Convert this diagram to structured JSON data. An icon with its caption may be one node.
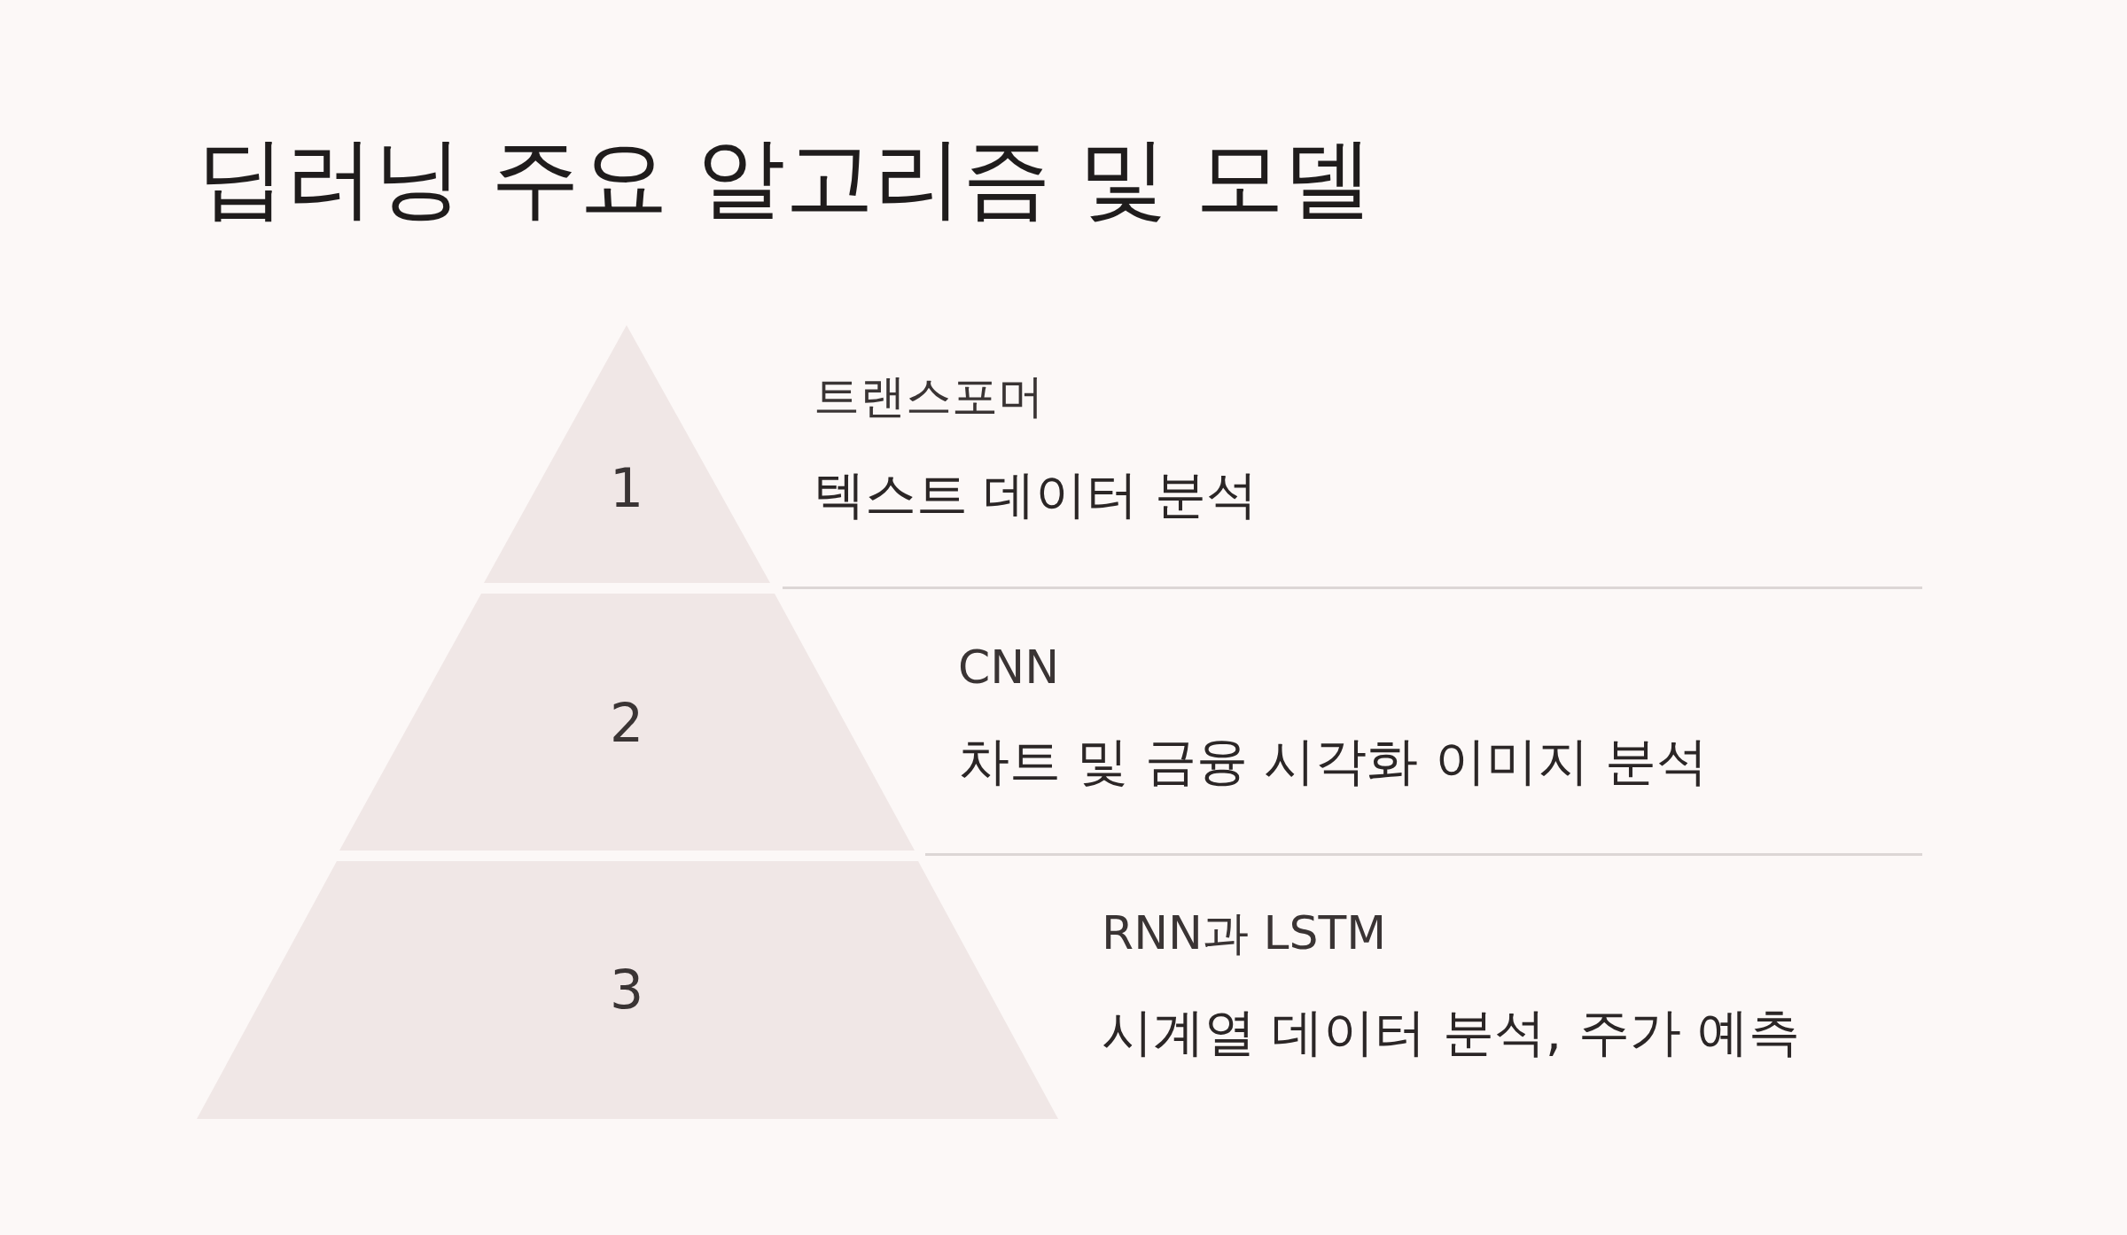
{
  "diagram": {
    "title": "딥러닝 주요 알고리즘 및 모델",
    "nodes": [
      {
        "text": [
          "1"
        ],
        "beside": [
          "트랜스포머",
          "텍스트 데이터 분석"
        ]
      },
      {
        "text": [
          "2"
        ],
        "beside": [
          "CNN",
          "차트 및 금융 시각화 이미지 분석"
        ]
      },
      {
        "text": [
          "3"
        ],
        "beside": [
          "RNN과 LSTM",
          "시계열 데이터 분석, 주가 예측"
        ]
      }
    ],
    "edges": []
  }
}
